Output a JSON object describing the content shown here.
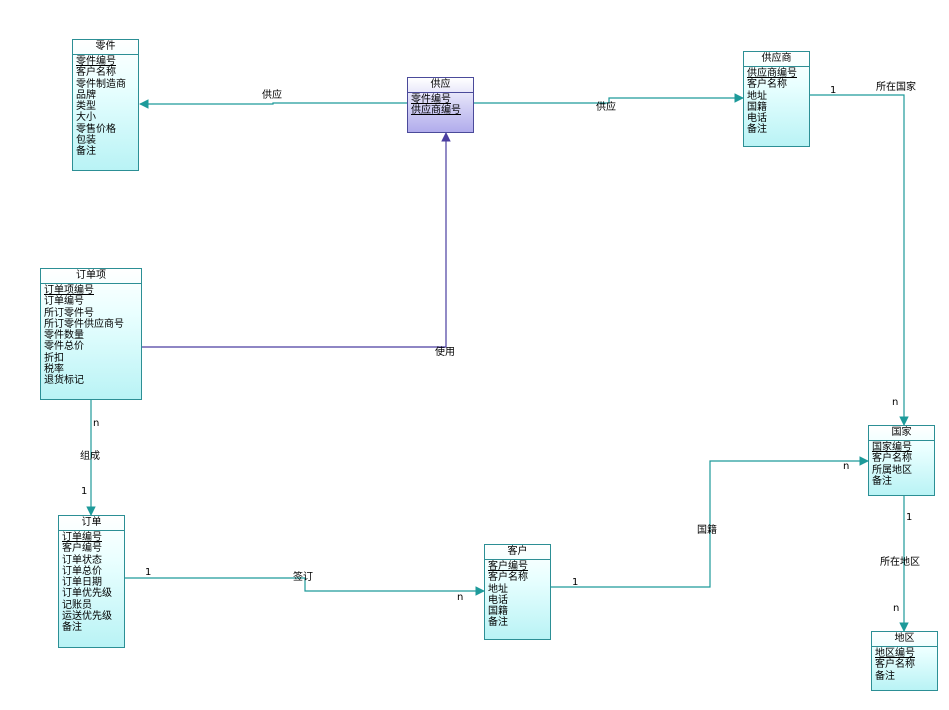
{
  "entities": {
    "parts": {
      "title": "零件",
      "attrs": [
        "零件编号",
        "客户名称",
        "零件制造商",
        "品牌",
        "类型",
        "大小",
        "零售价格",
        "包装",
        "备注"
      ],
      "pk": 1
    },
    "supply": {
      "title": "供应",
      "attrs": [
        "零件编号",
        "供应商编号"
      ],
      "pk": 2
    },
    "supplier": {
      "title": "供应商",
      "attrs": [
        "供应商编号",
        "客户名称",
        "地址",
        "国籍",
        "电话",
        "备注"
      ],
      "pk": 1
    },
    "orderitem": {
      "title": "订单项",
      "attrs": [
        "订单项编号",
        "订单编号",
        "所订零件号",
        "所订零件供应商号",
        "零件数量",
        "零件总价",
        "折扣",
        "税率",
        "退货标记"
      ],
      "pk": 1
    },
    "order": {
      "title": "订单",
      "attrs": [
        "订单编号",
        "客户编号",
        "订单状态",
        "订单总价",
        "订单日期",
        "订单优先级",
        "记账员",
        "运送优先级",
        "备注"
      ],
      "pk": 1
    },
    "customer": {
      "title": "客户",
      "attrs": [
        "客户编号",
        "客户名称",
        "地址",
        "电话",
        "国籍",
        "备注"
      ],
      "pk": 1
    },
    "country": {
      "title": "国家",
      "attrs": [
        "国家编号",
        "客户名称",
        "所属地区",
        "备注"
      ],
      "pk": 1
    },
    "region": {
      "title": "地区",
      "attrs": [
        "地区编号",
        "客户名称",
        "备注"
      ],
      "pk": 1
    }
  },
  "labels": {
    "supply_left": "供应",
    "supply_right": "供应",
    "located_country": "所在国家",
    "use": "使用",
    "compose": "组成",
    "sign": "签订",
    "nationality": "国籍",
    "located_region": "所在地区",
    "card_one": "1",
    "card_n": "n"
  },
  "colors": {
    "entity_border": "#2c8f95",
    "link": "#1d9a9a",
    "assoc_link": "#4a3ea0"
  }
}
